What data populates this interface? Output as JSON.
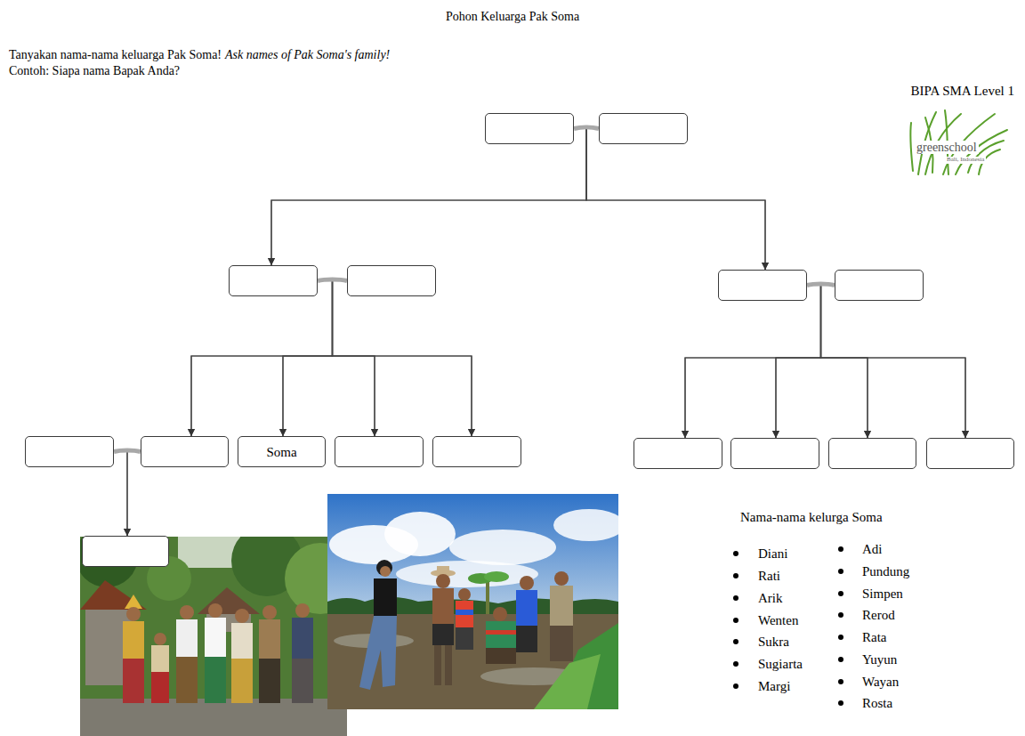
{
  "diagram": {
    "title": "Pohon Keluarga Pak Soma",
    "nodes": [
      {
        "text": []
      },
      {
        "text": []
      },
      {
        "text": []
      },
      {
        "text": []
      },
      {
        "text": []
      },
      {
        "text": []
      },
      {
        "text": []
      },
      {
        "text": []
      },
      {
        "text": [
          "Soma"
        ]
      },
      {
        "text": []
      },
      {
        "text": []
      },
      {
        "text": []
      },
      {
        "text": []
      },
      {
        "text": []
      },
      {
        "text": []
      },
      {
        "text": []
      }
    ],
    "edges": [
      {
        "from": 0,
        "to": 1,
        "arrow": "none"
      },
      {
        "from": 2,
        "to": 3,
        "arrow": "none"
      },
      {
        "from": 4,
        "to": 5,
        "arrow": "none"
      },
      {
        "from": 6,
        "to": 7,
        "arrow": "none"
      },
      {
        "from": 0,
        "to": 2,
        "arrow": "to"
      },
      {
        "from": 1,
        "to": 2,
        "arrow": "to"
      },
      {
        "from": 0,
        "to": 4,
        "arrow": "to"
      },
      {
        "from": 1,
        "to": 4,
        "arrow": "to"
      },
      {
        "from": 2,
        "to": 7,
        "arrow": "to"
      },
      {
        "from": 3,
        "to": 7,
        "arrow": "to"
      },
      {
        "from": 2,
        "to": 8,
        "arrow": "to"
      },
      {
        "from": 3,
        "to": 8,
        "arrow": "to"
      },
      {
        "from": 2,
        "to": 9,
        "arrow": "to"
      },
      {
        "from": 3,
        "to": 9,
        "arrow": "to"
      },
      {
        "from": 2,
        "to": 10,
        "arrow": "to"
      },
      {
        "from": 3,
        "to": 10,
        "arrow": "to"
      },
      {
        "from": 4,
        "to": 11,
        "arrow": "to"
      },
      {
        "from": 5,
        "to": 11,
        "arrow": "to"
      },
      {
        "from": 4,
        "to": 12,
        "arrow": "to"
      },
      {
        "from": 5,
        "to": 12,
        "arrow": "to"
      },
      {
        "from": 4,
        "to": 13,
        "arrow": "to"
      },
      {
        "from": 5,
        "to": 13,
        "arrow": "to"
      },
      {
        "from": 4,
        "to": 14,
        "arrow": "to"
      },
      {
        "from": 5,
        "to": 14,
        "arrow": "to"
      },
      {
        "from": 6,
        "to": 15,
        "arrow": "to"
      },
      {
        "from": 7,
        "to": 15,
        "arrow": "to"
      }
    ],
    "labels": [
      "Tanyakan nama-nama keluarga Pak Soma!",
      "Ask names of Pak Soma's family!",
      "Contoh: Siapa nama Bapak Anda?",
      "BIPA SMA Level 1",
      "greenschool",
      "Bali, Indonesia",
      "Nama-nama kelurga Soma",
      "Diani",
      "Rati",
      "Arik",
      "Wenten",
      "Sukra",
      "Sugiarta",
      "Margi",
      "Adi",
      "Pundung",
      "Simpen",
      "Rerod",
      "Rata",
      "Yuyun",
      "Wayan",
      "Rosta"
    ]
  }
}
